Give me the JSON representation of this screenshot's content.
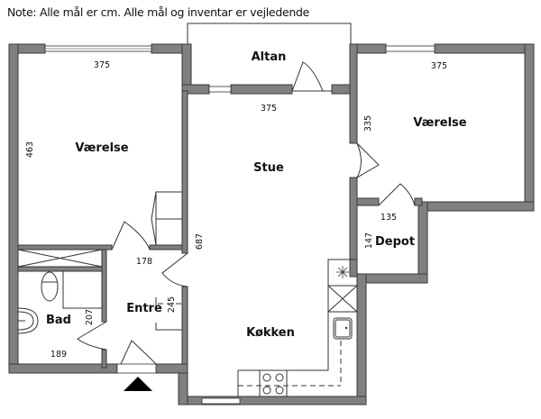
{
  "note": "Note: Alle mål er cm. Alle mål og inventar er vejledende",
  "rooms": {
    "vaerelse_left": {
      "label": "Værelse",
      "width": "375",
      "height": "463"
    },
    "altan": {
      "label": "Altan"
    },
    "stue": {
      "label": "Stue",
      "width": "375",
      "height": "687"
    },
    "vaerelse_right": {
      "label": "Værelse",
      "width": "375",
      "height": "335"
    },
    "depot": {
      "label": "Depot",
      "width": "135",
      "height": "147"
    },
    "entre": {
      "label": "Entre",
      "width": "178",
      "height": "245"
    },
    "bad": {
      "label": "Bad",
      "width": "189",
      "height": "207"
    },
    "koekken": {
      "label": "Køkken"
    }
  },
  "icons": {
    "entrance": "entrance-arrow-icon",
    "fridge": "fridge-icon",
    "stove": "stove-icon",
    "sink": "sink-icon",
    "toilet": "toilet-icon",
    "washbasin": "washbasin-icon"
  }
}
